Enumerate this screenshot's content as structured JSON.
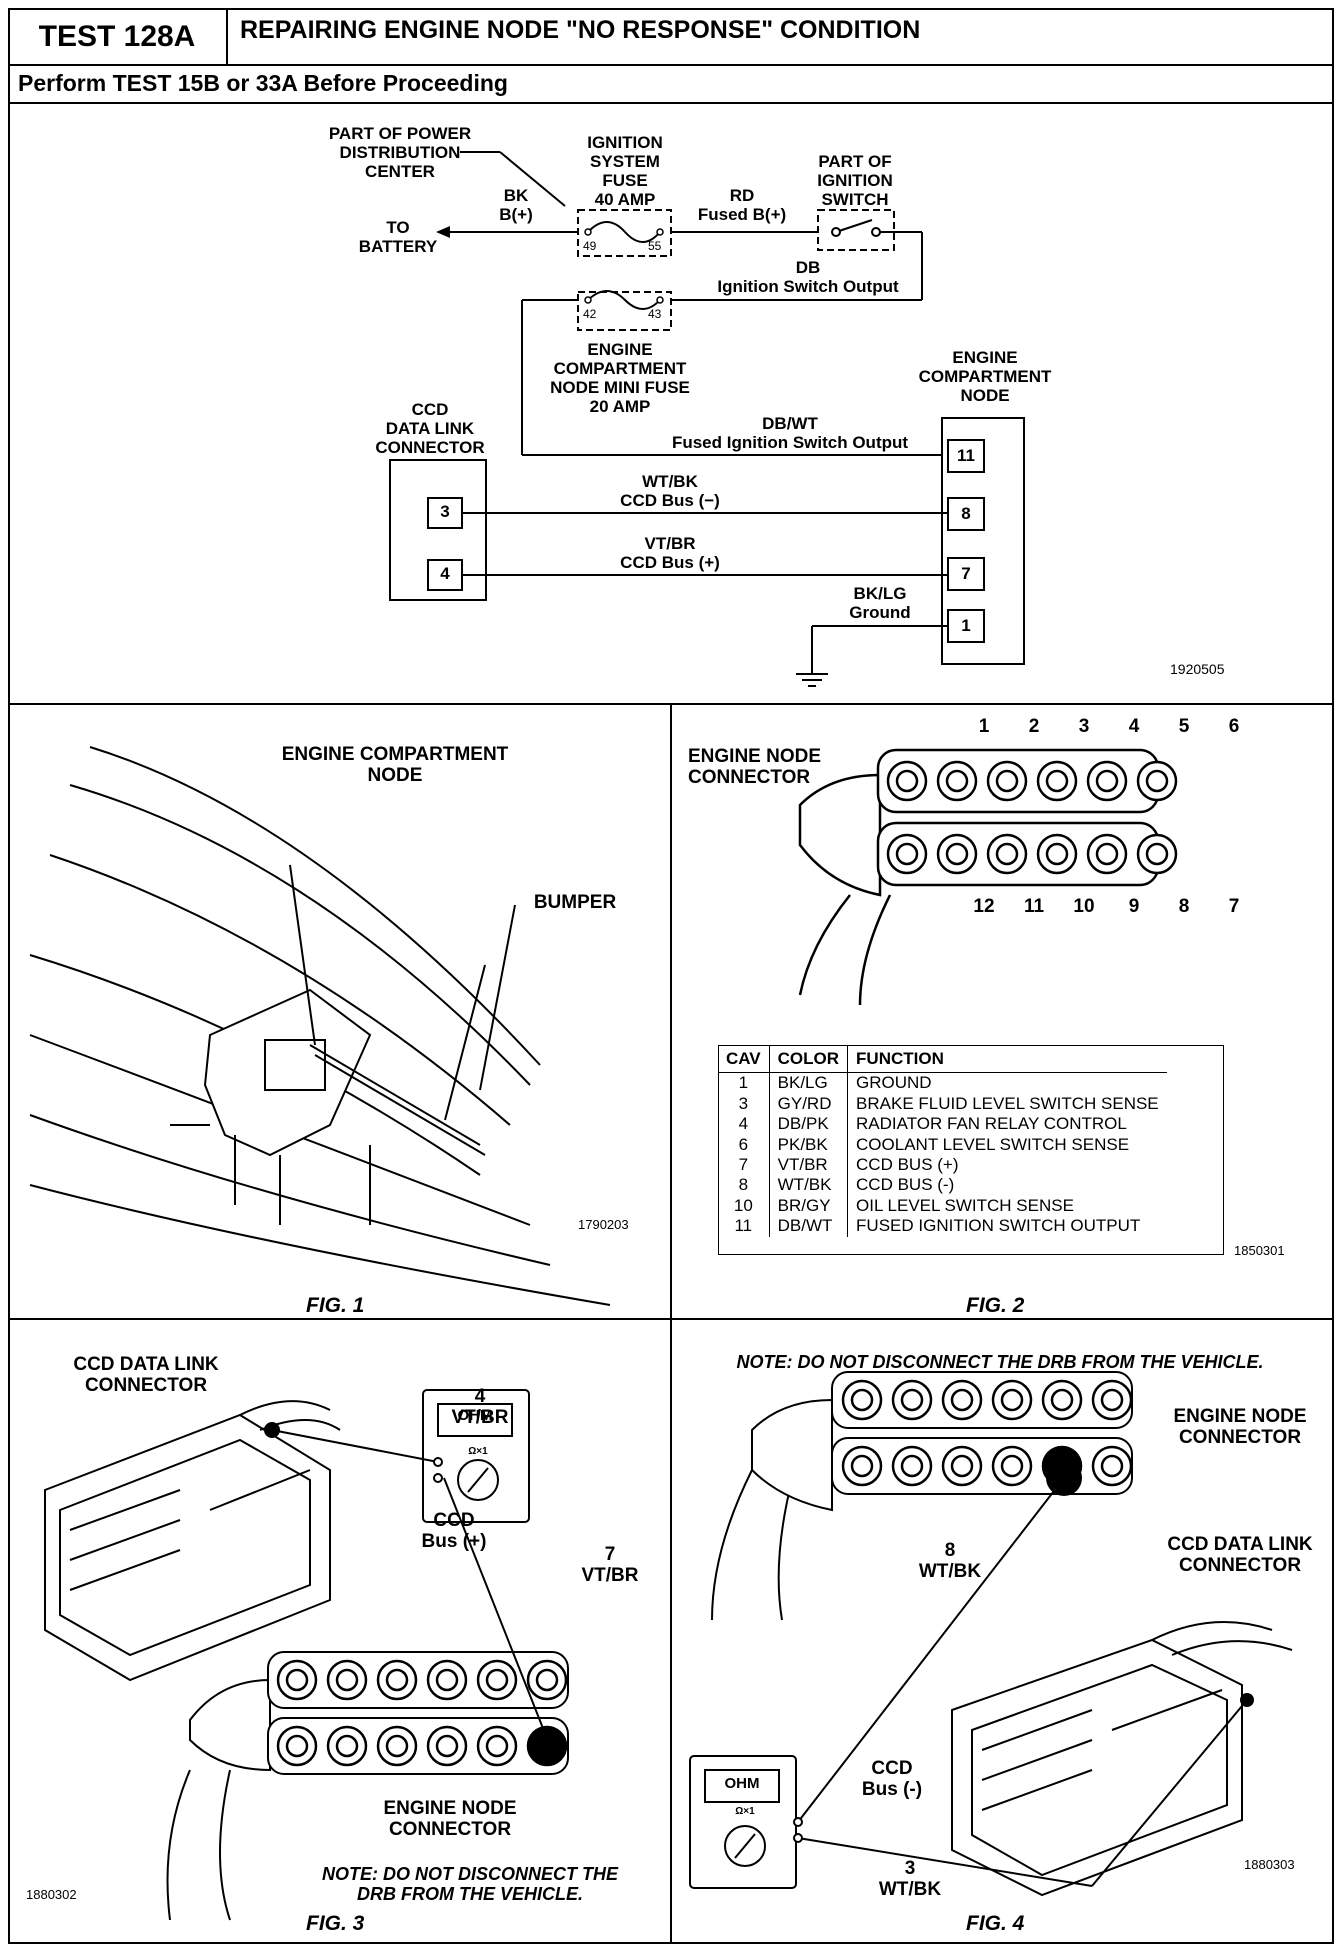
{
  "header": {
    "test_number": "TEST 128A",
    "title": "REPAIRING ENGINE NODE \"NO RESPONSE\" CONDITION",
    "subtitle": "Perform TEST 15B or 33A Before Proceeding"
  },
  "schematic": {
    "pdc_label": "PART OF POWER\nDISTRIBUTION\nCENTER",
    "ignition_fuse_label": "IGNITION\nSYSTEM\nFUSE\n40 AMP",
    "ignition_switch_label": "PART OF\nIGNITION\nSWITCH",
    "bk_label": "BK\nB(+)",
    "battery_label": "TO\nBATTERY",
    "rd_label": "RD\nFused B(+)",
    "db_label": "DB\nIgnition Switch Output",
    "fuse_pin_49": "49",
    "fuse_pin_55": "55",
    "fuse_pin_42": "42",
    "fuse_pin_43": "43",
    "mini_fuse_label": "ENGINE\nCOMPARTMENT\nNODE MINI FUSE\n20 AMP",
    "node_label": "ENGINE\nCOMPARTMENT\nNODE",
    "ccd_label": "CCD\nDATA LINK\nCONNECTOR",
    "dbwt_label": "DB/WT\nFused Ignition Switch Output",
    "wtbk_label": "WT/BK\nCCD Bus (−)",
    "vtbr_label": "VT/BR\nCCD Bus (+)",
    "bklg_label": "BK/LG\nGround",
    "ccd_pin_3": "3",
    "ccd_pin_4": "4",
    "node_pin_11": "11",
    "node_pin_8": "8",
    "node_pin_7": "7",
    "node_pin_1": "1",
    "ref": "1920505"
  },
  "fig1": {
    "node_label": "ENGINE COMPARTMENT\nNODE",
    "bumper_label": "BUMPER",
    "ref": "1790203",
    "caption": "FIG. 1"
  },
  "fig2": {
    "connector_label": "ENGINE NODE\nCONNECTOR",
    "top_pins": [
      "1",
      "2",
      "3",
      "4",
      "5",
      "6"
    ],
    "bottom_pins": [
      "12",
      "11",
      "10",
      "9",
      "8",
      "7"
    ],
    "table_headers": [
      "CAV",
      "COLOR",
      "FUNCTION"
    ],
    "table_rows": [
      [
        "1",
        "BK/LG",
        "GROUND"
      ],
      [
        "3",
        "GY/RD",
        "BRAKE FLUID LEVEL SWITCH SENSE"
      ],
      [
        "4",
        "DB/PK",
        "RADIATOR FAN RELAY CONTROL"
      ],
      [
        "6",
        "PK/BK",
        "COOLANT LEVEL SWITCH SENSE"
      ],
      [
        "7",
        "VT/BR",
        "CCD BUS (+)"
      ],
      [
        "8",
        "WT/BK",
        "CCD BUS (-)"
      ],
      [
        "10",
        "BR/GY",
        "OIL LEVEL SWITCH SENSE"
      ],
      [
        "11",
        "DB/WT",
        "FUSED IGNITION SWITCH OUTPUT"
      ]
    ],
    "ref": "1850301",
    "caption": "FIG. 2"
  },
  "fig3": {
    "ccd_label": "CCD DATA LINK\nCONNECTOR",
    "pin4_label": "4\nVT/BR",
    "meter_display": "OHM",
    "meter_range": "Ω×1",
    "bus_label": "CCD\nBus (+)",
    "pin7_label": "7\nVT/BR",
    "connector_label": "ENGINE NODE\nCONNECTOR",
    "note": "NOTE:  DO NOT DISCONNECT THE\nDRB FROM THE VEHICLE.",
    "ref": "1880302",
    "caption": "FIG. 3"
  },
  "fig4": {
    "note": "NOTE:  DO NOT DISCONNECT THE DRB FROM THE VEHICLE.",
    "connector_label": "ENGINE NODE\nCONNECTOR",
    "pin8_label": "8\nWT/BK",
    "ccd_label": "CCD DATA LINK\nCONNECTOR",
    "meter_display": "OHM",
    "meter_range": "Ω×1",
    "bus_label": "CCD\nBus (-)",
    "pin3_label": "3\nWT/BK",
    "ref": "1880303",
    "caption": "FIG. 4"
  }
}
